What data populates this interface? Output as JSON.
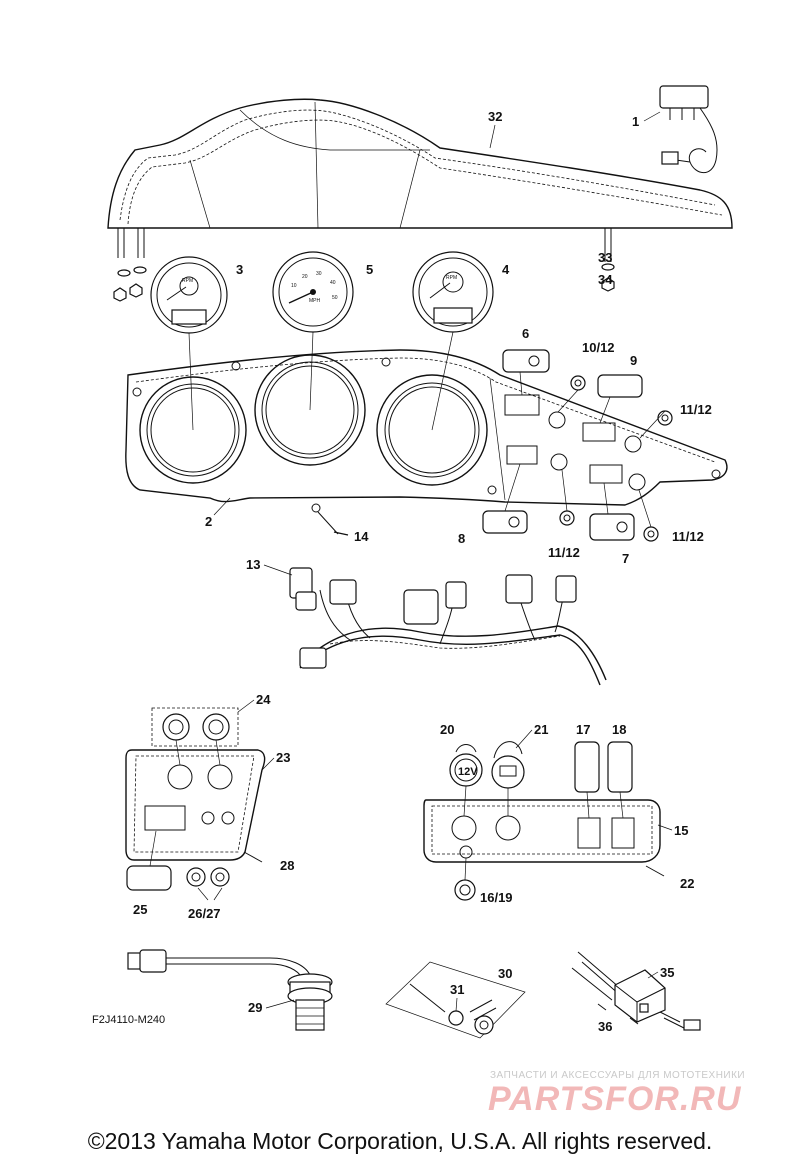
{
  "diagram_code": "F2J4110-M240",
  "copyright": "©2013 Yamaha Motor Corporation, U.S.A. All rights reserved.",
  "watermark": {
    "tagline": "ЗАПЧАСТИ И АКСЕССУАРЫ ДЛЯ МОТОТЕХНИКИ",
    "brand": "PARTSFOR.RU"
  },
  "callouts": {
    "c1": "1",
    "c2": "2",
    "c3": "3",
    "c4": "4",
    "c5": "5",
    "c6": "6",
    "c7": "7",
    "c8": "8",
    "c9": "9",
    "c10_12": "10/12",
    "c11_12a": "11/12",
    "c11_12b": "11/12",
    "c11_12c": "11/12",
    "c13": "13",
    "c14": "14",
    "c15": "15",
    "c16_19": "16/19",
    "c17": "17",
    "c18": "18",
    "c20": "20",
    "c21": "21",
    "c22": "22",
    "c23": "23",
    "c24": "24",
    "c25": "25",
    "c26_27": "26/27",
    "c28": "28",
    "c29": "29",
    "c30": "30",
    "c31": "31",
    "c32": "32",
    "c33": "33",
    "c34": "34",
    "c35": "35",
    "c36": "36"
  },
  "gauges": {
    "speed_scale": [
      "10",
      "20",
      "30",
      "40",
      "50"
    ],
    "speed_unit": "MPH",
    "rpm_unit": "RPM",
    "socket_12v": "12V"
  }
}
